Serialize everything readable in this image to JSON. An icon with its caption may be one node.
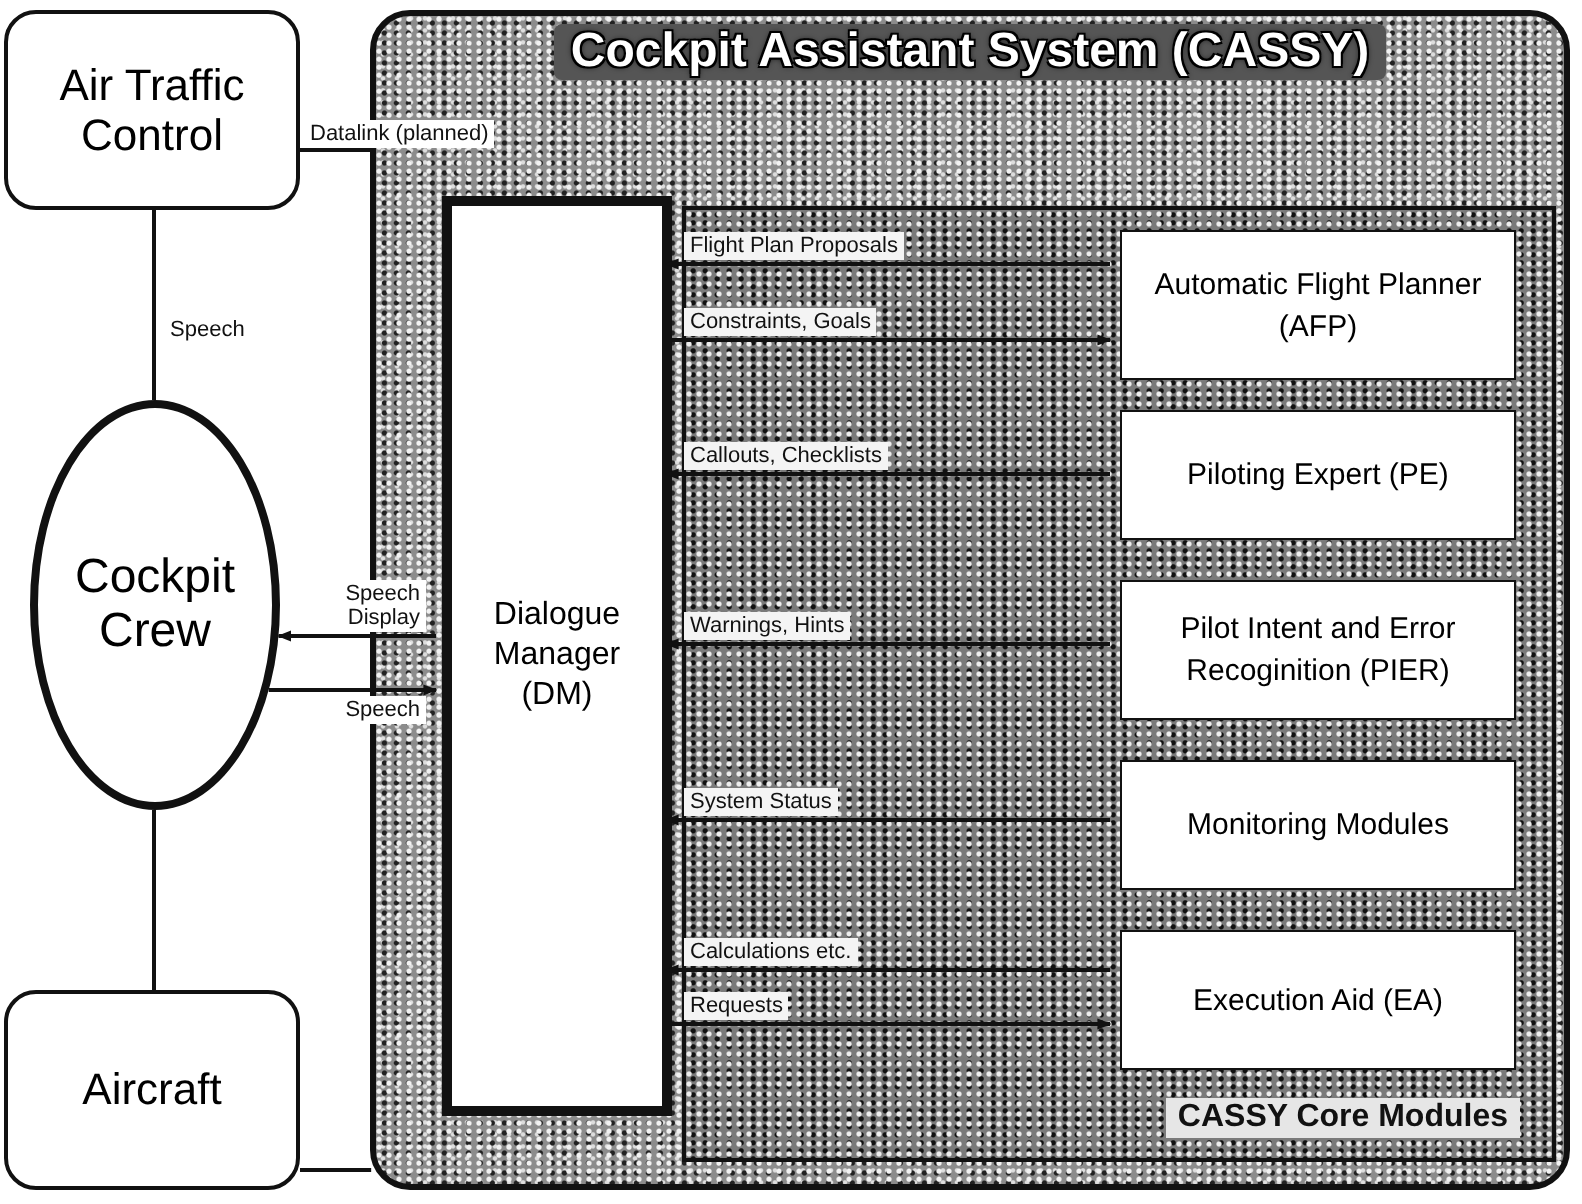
{
  "diagram": {
    "nodes": [
      {
        "text": [
          "Air Traffic Control"
        ]
      },
      {
        "text": [
          "Cockpit Assistant System (CASSY)"
        ]
      },
      {
        "text": [
          "CASSY Core Modules"
        ],
        "in": 1
      },
      {
        "text": [
          "Dialogue Manager (DM)"
        ],
        "in": 1
      },
      {
        "text": [
          "Automatic Flight Planner (AFP)"
        ],
        "in": 2
      },
      {
        "text": [
          "Piloting Expert (PE)"
        ],
        "in": 2
      },
      {
        "text": [
          "Pilot Intent and Error Recoginition (PIER)"
        ],
        "in": 2
      },
      {
        "text": [
          "Monitoring Modules"
        ],
        "in": 2
      },
      {
        "text": [
          "Execution Aid (EA)"
        ],
        "in": 2
      },
      {
        "text": [
          "Cockpit Crew"
        ]
      },
      {
        "text": [
          "Aircraft"
        ]
      }
    ],
    "edges": [
      {
        "from": 0,
        "to": 1,
        "arrow": "none",
        "label": "Datalink (planned)"
      },
      {
        "from": 0,
        "to": 9,
        "arrow": "none",
        "label": "Speech"
      },
      {
        "from": 9,
        "to": 10,
        "arrow": "none"
      },
      {
        "from": 10,
        "to": 1,
        "arrow": "none"
      },
      {
        "from": 3,
        "to": 9,
        "arrow": "to",
        "label": "Speech Display"
      },
      {
        "from": 9,
        "to": 3,
        "arrow": "to",
        "label": "Speech"
      },
      {
        "from": 4,
        "to": 3,
        "arrow": "to",
        "label": "Flight Plan Proposals"
      },
      {
        "from": 3,
        "to": 4,
        "arrow": "to",
        "label": "Constraints, Goals"
      },
      {
        "from": 5,
        "to": 3,
        "arrow": "to",
        "label": "Callouts, Checklists"
      },
      {
        "from": 6,
        "to": 3,
        "arrow": "to",
        "label": "Warnings, Hints"
      },
      {
        "from": 7,
        "to": 3,
        "arrow": "to",
        "label": "System Status"
      },
      {
        "from": 8,
        "to": 3,
        "arrow": "to",
        "label": "Calculations etc."
      },
      {
        "from": 3,
        "to": 8,
        "arrow": "to",
        "label": "Requests"
      }
    ]
  }
}
